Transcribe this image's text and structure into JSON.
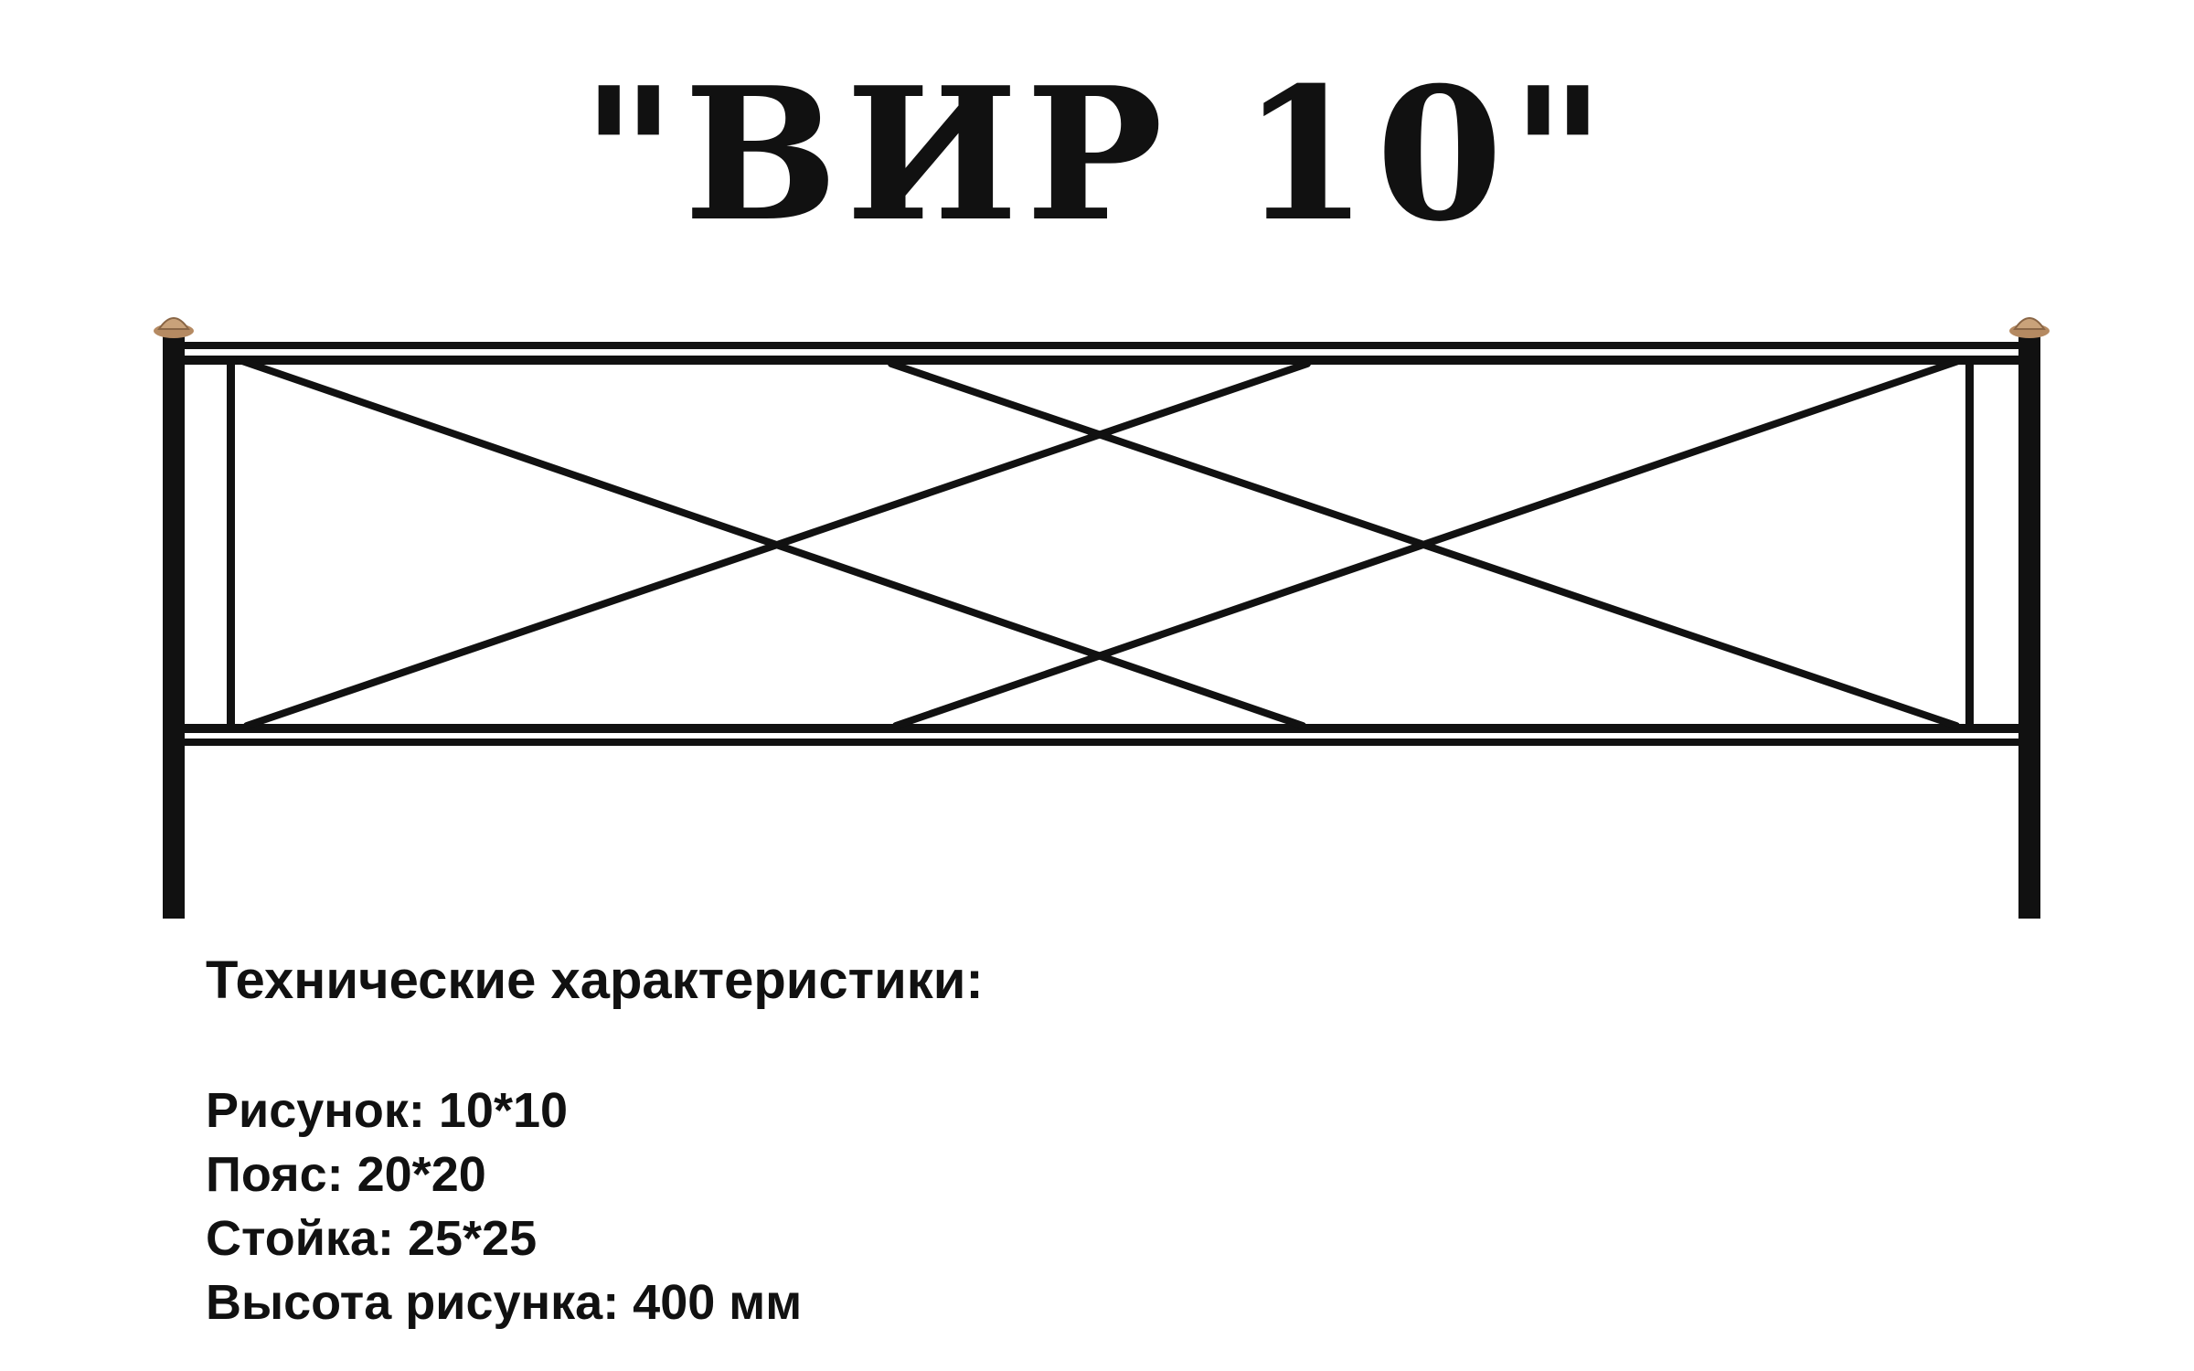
{
  "title": "\"ВИР 10\"",
  "colors": {
    "metal": "#111111",
    "cap": "#c9a27a",
    "background": "#ffffff"
  },
  "specs": {
    "heading": "Технические характеристики:",
    "items": [
      "Рисунок: 10*10",
      "Пояс: 20*20",
      "Стойка: 25*25",
      "Высота рисунка: 400 мм"
    ]
  }
}
